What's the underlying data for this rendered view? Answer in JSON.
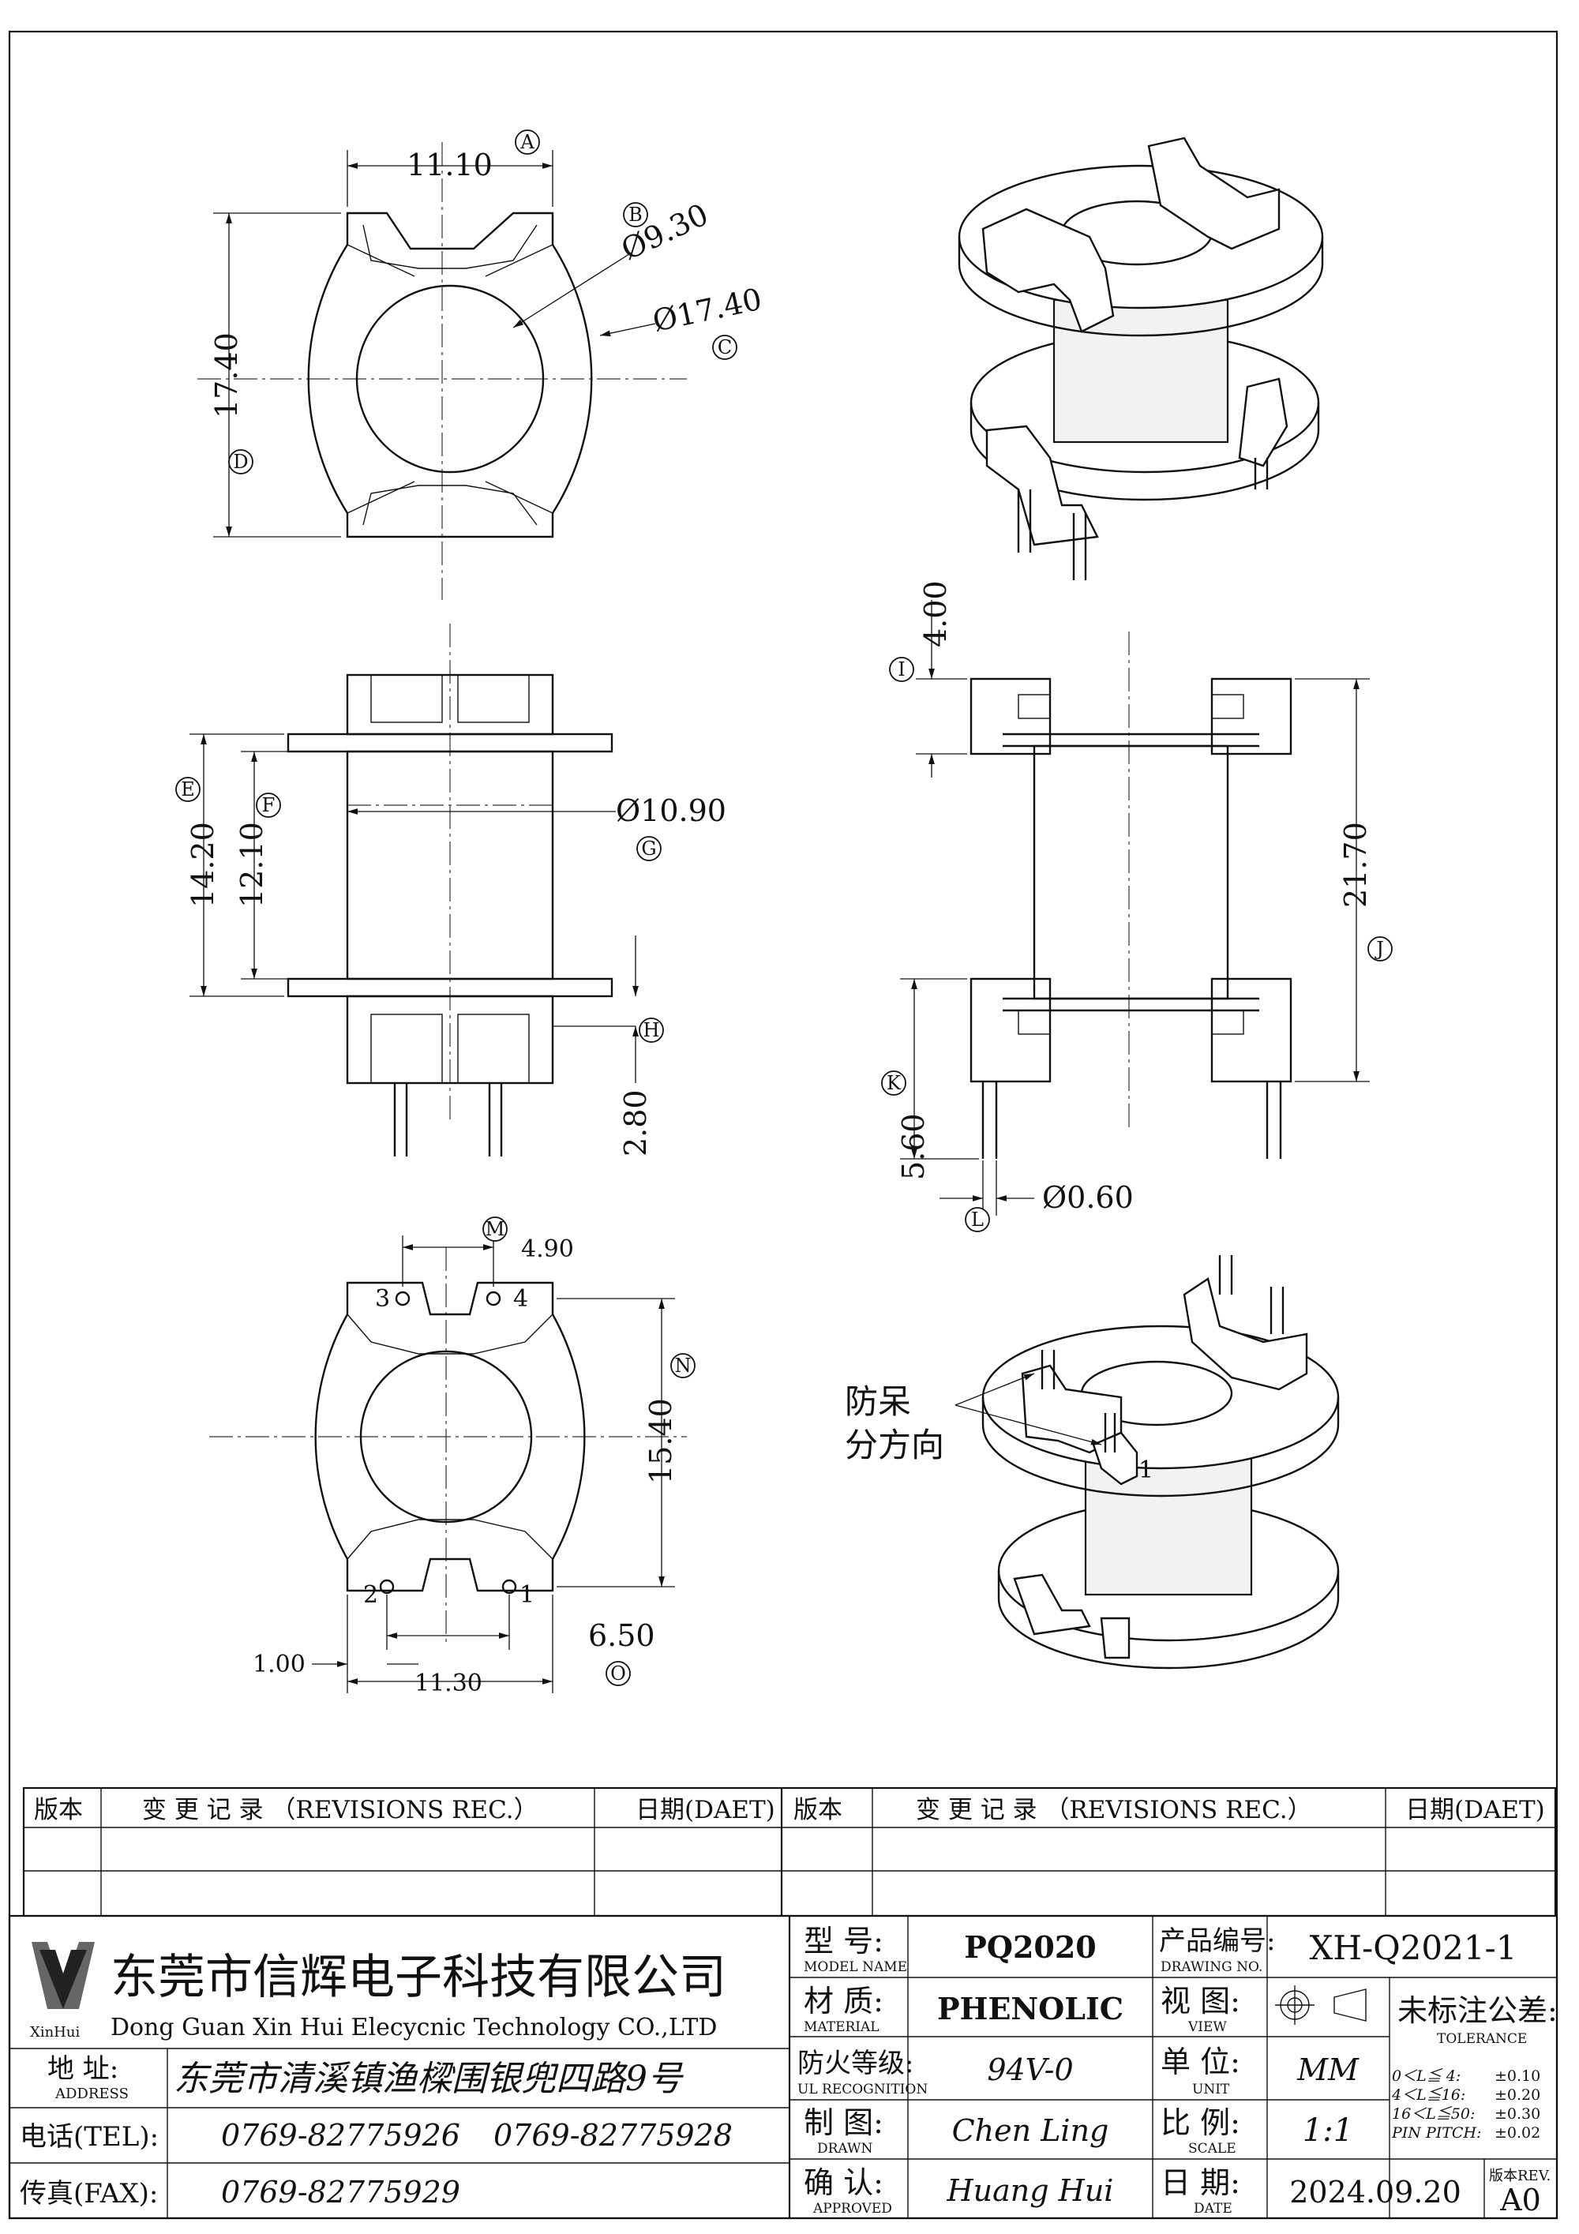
{
  "front_view": {
    "width_a": "11.10",
    "label_a": "A",
    "height_d": "17.40",
    "label_d": "D",
    "inner_dia_b": "Ø9.30",
    "label_b": "B",
    "outer_dia_c": "Ø17.40",
    "label_c": "C"
  },
  "side_view_left": {
    "e": "14.20",
    "label_e": "E",
    "f": "12.10",
    "label_f": "F",
    "g": "Ø10.90",
    "label_g": "G",
    "h": "2.80",
    "label_h": "H"
  },
  "side_view_right": {
    "i": "4.00",
    "label_i": "I",
    "j": "21.70",
    "label_j": "J",
    "k": "5.60",
    "label_k": "K",
    "l": "Ø0.60",
    "label_l": "L"
  },
  "bottom_view": {
    "m": "4.90",
    "label_m": "M",
    "n": "15.40",
    "label_n": "N",
    "o": "6.50",
    "label_o": "O",
    "offset": "1.00",
    "span": "11.30",
    "pins": [
      "1",
      "2",
      "3",
      "4"
    ]
  },
  "iso_note": {
    "line1": "防呆",
    "line2": "分方向",
    "pin_label": "1"
  },
  "revisions": {
    "col_version": "版本",
    "col_record": "变 更 记 录 （REVISIONS REC.）",
    "col_date": "日期(DAET)"
  },
  "company": {
    "logo_text": "XinHui",
    "name_cn": "东莞市信辉电子科技有限公司",
    "name_en": "Dong Guan Xin Hui Elecycnic Technology CO.,LTD",
    "address_label": "地  址:",
    "address_label_en": "ADDRESS",
    "address": "东莞市清溪镇渔樑围银兜四路9号",
    "tel_label": "电话(TEL):",
    "tel1": "0769-82775926",
    "tel2": "0769-82775928",
    "fax_label": "传真(FAX):",
    "fax": "0769-82775929"
  },
  "title_block": {
    "model_label": "型  号:",
    "model_label_en": "MODEL NAME",
    "model": "PQ2020",
    "material_label": "材  质:",
    "material_label_en": "MATERIAL",
    "material": "PHENOLIC",
    "ul_label": "防火等级:",
    "ul_label_en": "UL RECOGNITION",
    "ul": "94V-0",
    "drawn_label": "制  图:",
    "drawn_label_en": "DRAWN",
    "drawn": "Chen Ling",
    "approved_label": "确  认:",
    "approved_label_en": "APPROVED",
    "approved": "Huang Hui",
    "drawing_no_label": "产品编号:",
    "drawing_no_label_en": "DRAWING NO.",
    "drawing_no": "XH-Q2021-1",
    "view_label": "视  图:",
    "view_label_en": "VIEW",
    "unit_label": "单  位:",
    "unit_label_en": "UNIT",
    "unit": "MM",
    "scale_label": "比  例:",
    "scale_label_en": "SCALE",
    "scale": "1:1",
    "date_label": "日  期:",
    "date_label_en": "DATE",
    "date": "2024.09.20",
    "tolerance_label": "未标注公差:",
    "tolerance_label_en": "TOLERANCE",
    "tolerances": [
      {
        "range": "0＜L≦ 4:",
        "value": "±0.10"
      },
      {
        "range": "4＜L≦16:",
        "value": "±0.20"
      },
      {
        "range": "16＜L≦50:",
        "value": "±0.30"
      },
      {
        "range": "PIN PITCH:",
        "value": "±0.02"
      }
    ],
    "rev_label": "版本REV.",
    "rev": "A0"
  }
}
